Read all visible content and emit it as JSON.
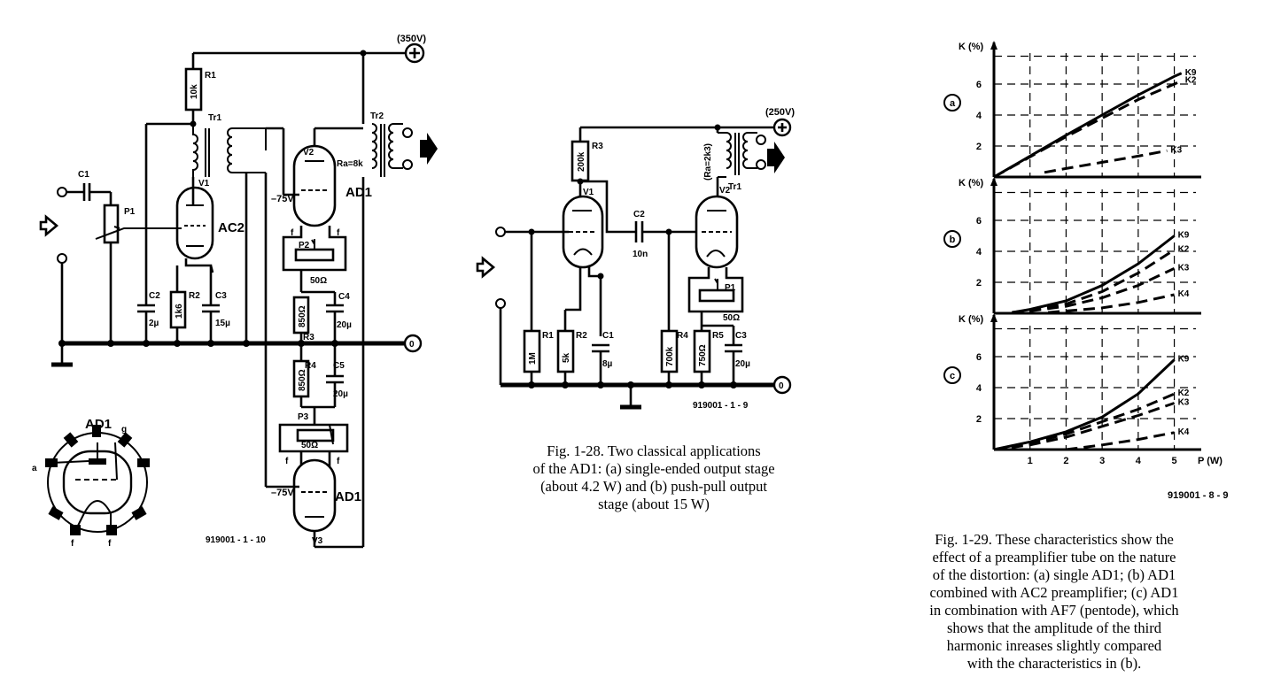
{
  "fig1_28_left": {
    "supply": "(350V)",
    "ground": "0",
    "ac2_tube": "AC2",
    "ad1_tube_a": "AD1",
    "ad1_tube_b": "AD1",
    "grid_bias_a": "–75V",
    "grid_bias_b": "–75V",
    "load": "Ra=8k",
    "tr1": "Tr1",
    "tr2": "Tr2",
    "v1": "V1",
    "v2": "V2",
    "v3": "V3",
    "r1": "R1",
    "r1_val": "10k",
    "r2": "R2",
    "r2_val": "1k6",
    "r3": "R3",
    "r3_val": "850Ω",
    "r4": "R4",
    "r4_val": "850Ω",
    "c1": "C1",
    "c2": "C2",
    "c2_val": "2µ",
    "c3": "C3",
    "c3_val": "15µ",
    "c4": "C4",
    "c4_val": "20µ",
    "c5": "C5",
    "c5_val": "20µ",
    "p1": "P1",
    "p2": "P2",
    "p2_val": "50Ω",
    "p3": "P3",
    "p3_val": "50Ω",
    "f": "f",
    "code": "919001 - 1 - 10",
    "base_tube": "AD1",
    "base_a": "a",
    "base_g": "g",
    "base_f1": "f",
    "base_f2": "f"
  },
  "fig1_28_right": {
    "supply": "(250V)",
    "ground": "0",
    "r1": "R1",
    "r1_val": "1M",
    "r2": "R2",
    "r2_val": "5k",
    "r3": "R3",
    "r3_val": "200k",
    "r4": "R4",
    "r4_val": "700k",
    "r5": "R5",
    "r5_val": "750Ω",
    "c1": "C1",
    "c1_val": "8µ",
    "c2": "C2",
    "c2_val": "10n",
    "c3": "C3",
    "c3_val": "20µ",
    "p1": "P1",
    "p1_val": "50Ω",
    "load": "(Ra=2k3)",
    "tr1": "Tr1",
    "v1": "V1",
    "v2": "V2",
    "code": "919001 - 1 - 9"
  },
  "caption_1_28": [
    "Fig. 1-28. Two classical applications",
    "of the AD1: (a) single-ended output stage",
    "(about 4.2 W) and (b) push-pull output",
    "stage (about 15 W)"
  ],
  "caption_1_29": [
    "Fig. 1-29. These characteristics show the",
    "effect of a preamplifier tube on the nature",
    "of the distortion: (a) single AD1; (b) AD1",
    "combined with AC2 preamplifier; (c) AD1",
    "in combination with AF7 (pentode), which",
    "shows that the amplitude of the third",
    "harmonic inreases slightly compared",
    "with the characteristics in (b)."
  ],
  "chart_code": "919001 - 8 - 9",
  "chart_data": {
    "type": "line",
    "xlabel": "P (W)",
    "x_ticks": [
      "1",
      "2",
      "3",
      "4",
      "5"
    ],
    "xlim": [
      0,
      5.6
    ],
    "panels": [
      {
        "id": "a",
        "ylabel": "K (%)",
        "ylim": [
          0,
          8
        ],
        "y_ticks": [
          "2",
          "4",
          "6"
        ],
        "series": [
          {
            "name": "K9",
            "style": "solid",
            "x": [
              0,
              1,
              2,
              3,
              4,
              5,
              5.2
            ],
            "y": [
              0,
              1.35,
              2.7,
              4.0,
              5.3,
              6.5,
              6.7
            ]
          },
          {
            "name": "K2",
            "style": "dashed",
            "x": [
              0,
              1,
              2,
              3,
              4,
              5,
              5.2
            ],
            "y": [
              0,
              1.3,
              2.6,
              3.8,
              5.0,
              6.0,
              6.2
            ]
          },
          {
            "name": "K3",
            "style": "dashed",
            "x": [
              1.4,
              2,
              3,
              4,
              4.8
            ],
            "y": [
              0.3,
              0.55,
              0.95,
              1.35,
              1.7
            ]
          }
        ]
      },
      {
        "id": "b",
        "ylabel": "K (%)",
        "ylim": [
          0,
          8
        ],
        "y_ticks": [
          "2",
          "4",
          "6"
        ],
        "series": [
          {
            "name": "K9",
            "style": "solid",
            "x": [
              0.5,
              1,
              2,
              3,
              4,
              5
            ],
            "y": [
              0.05,
              0.25,
              0.8,
              1.8,
              3.2,
              5.0
            ]
          },
          {
            "name": "K2",
            "style": "dashed",
            "x": [
              0.5,
              1,
              2,
              3,
              4,
              5
            ],
            "y": [
              0.05,
              0.2,
              0.6,
              1.4,
              2.6,
              4.1
            ]
          },
          {
            "name": "K3",
            "style": "dashed",
            "x": [
              0.5,
              1,
              2,
              3,
              4,
              5
            ],
            "y": [
              0.05,
              0.15,
              0.45,
              1.0,
              1.8,
              2.9
            ]
          },
          {
            "name": "K4",
            "style": "dashed",
            "x": [
              1.5,
              2,
              3,
              4,
              5
            ],
            "y": [
              0.05,
              0.15,
              0.35,
              0.7,
              1.2
            ]
          }
        ]
      },
      {
        "id": "c",
        "ylabel": "K (%)",
        "ylim": [
          0,
          8
        ],
        "y_ticks": [
          "2",
          "4",
          "6"
        ],
        "series": [
          {
            "name": "K9",
            "style": "solid",
            "x": [
              0,
              1,
              2,
              3,
              4,
              5
            ],
            "y": [
              0,
              0.5,
              1.15,
              2.1,
              3.6,
              5.8
            ]
          },
          {
            "name": "K2",
            "style": "dashed",
            "x": [
              0,
              1,
              2,
              3,
              4,
              5
            ],
            "y": [
              0,
              0.4,
              1.0,
              1.8,
              2.6,
              3.6
            ]
          },
          {
            "name": "K3",
            "style": "dashed",
            "x": [
              0,
              1,
              2,
              3,
              4,
              5
            ],
            "y": [
              0,
              0.3,
              0.8,
              1.5,
              2.2,
              3.0
            ]
          },
          {
            "name": "K4",
            "style": "dashed",
            "x": [
              2,
              3,
              4,
              5
            ],
            "y": [
              0,
              0.3,
              0.65,
              1.1
            ]
          }
        ]
      }
    ]
  }
}
